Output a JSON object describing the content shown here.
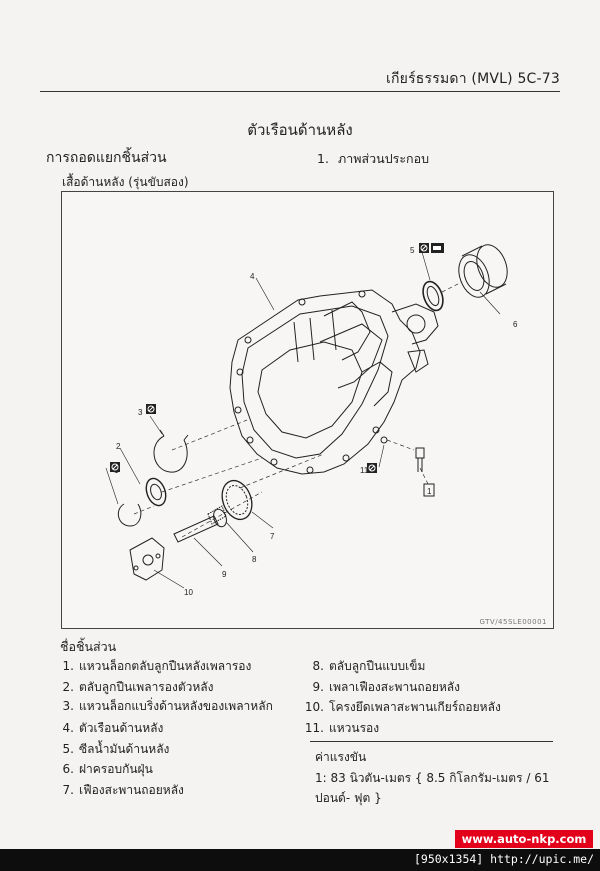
{
  "header": {
    "text": "เกียร์ธรรมดา (MVL) 5C-73"
  },
  "title": "ตัวเรือนด้านหลัง",
  "section_left": "การถอดแยกชิ้นส่วน",
  "section_right": {
    "num": "1.",
    "text": "ภาพส่วนประกอบ"
  },
  "figure": {
    "caption": "เสื้อด้านหลัง (รุ่นขับสอง)",
    "code": "GTV/45SLE00001",
    "labels": [
      "1",
      "2",
      "3",
      "4",
      "5",
      "6",
      "7",
      "8",
      "9",
      "10",
      "11",
      "1"
    ]
  },
  "parts": {
    "title": "ชื่อชิ้นส่วน",
    "left": [
      {
        "num": "1.",
        "text": "แหวนล็อกตลับลูกปืนหลังเพลารอง"
      },
      {
        "num": "2.",
        "text": "ตลับลูกปืนเพลารองตัวหลัง"
      },
      {
        "num": "3.",
        "text": "แหวนล็อกแบริ่งด้านหลังของเพลาหลัก"
      },
      {
        "num": "4.",
        "text": "ตัวเรือนด้านหลัง"
      },
      {
        "num": "5.",
        "text": "ซีลน้ำมันด้านหลัง"
      },
      {
        "num": "6.",
        "text": "ฝาครอบกันฝุ่น"
      },
      {
        "num": "7.",
        "text": "เฟืองสะพานถอยหลัง"
      }
    ],
    "right": [
      {
        "num": "8.",
        "text": "ตลับลูกปืนแบบเข็ม"
      },
      {
        "num": "9.",
        "text": "เพลาเฟืองสะพานถอยหลัง"
      },
      {
        "num": "10.",
        "text": "โครงยึดเพลาสะพานเกียร์ถอยหลัง"
      },
      {
        "num": "11.",
        "text": "แหวนรอง"
      }
    ]
  },
  "torque": {
    "title": "ค่าแรงขัน",
    "text": "1: 83 นิวตัน-เมตร { 8.5 กิโลกรัม-เมตร / 61 ปอนด์- ฟุต }"
  },
  "banner": "www.auto-nkp.com",
  "footer": "[950x1354] http://upic.me/"
}
